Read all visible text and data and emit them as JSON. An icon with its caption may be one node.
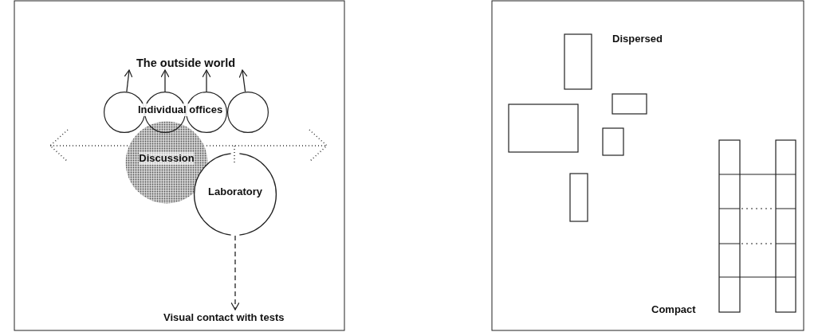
{
  "diagram": {
    "nodes": [
      {
        "text": [
          "The outside world"
        ]
      },
      {
        "text": [],
        "shape": "circle"
      },
      {
        "text": [],
        "shape": "circle"
      },
      {
        "text": [],
        "shape": "circle"
      },
      {
        "text": [],
        "shape": "circle"
      },
      {
        "text": [
          "Discussion"
        ]
      },
      {
        "text": [
          "Laboratory"
        ]
      },
      {
        "text": [
          "Visual contact with tests"
        ]
      }
    ],
    "edges": [
      {
        "from": 1,
        "to": 0,
        "arrow": "to"
      },
      {
        "from": 2,
        "to": 0,
        "arrow": "to"
      },
      {
        "from": 3,
        "to": 0,
        "arrow": "to"
      },
      {
        "from": 4,
        "to": 0,
        "arrow": "to"
      },
      {
        "from": 6,
        "to": 7,
        "arrow": "to",
        "style": "dashed"
      }
    ],
    "labels": [
      "Individual offices",
      "Dispersed",
      "Compact"
    ]
  }
}
